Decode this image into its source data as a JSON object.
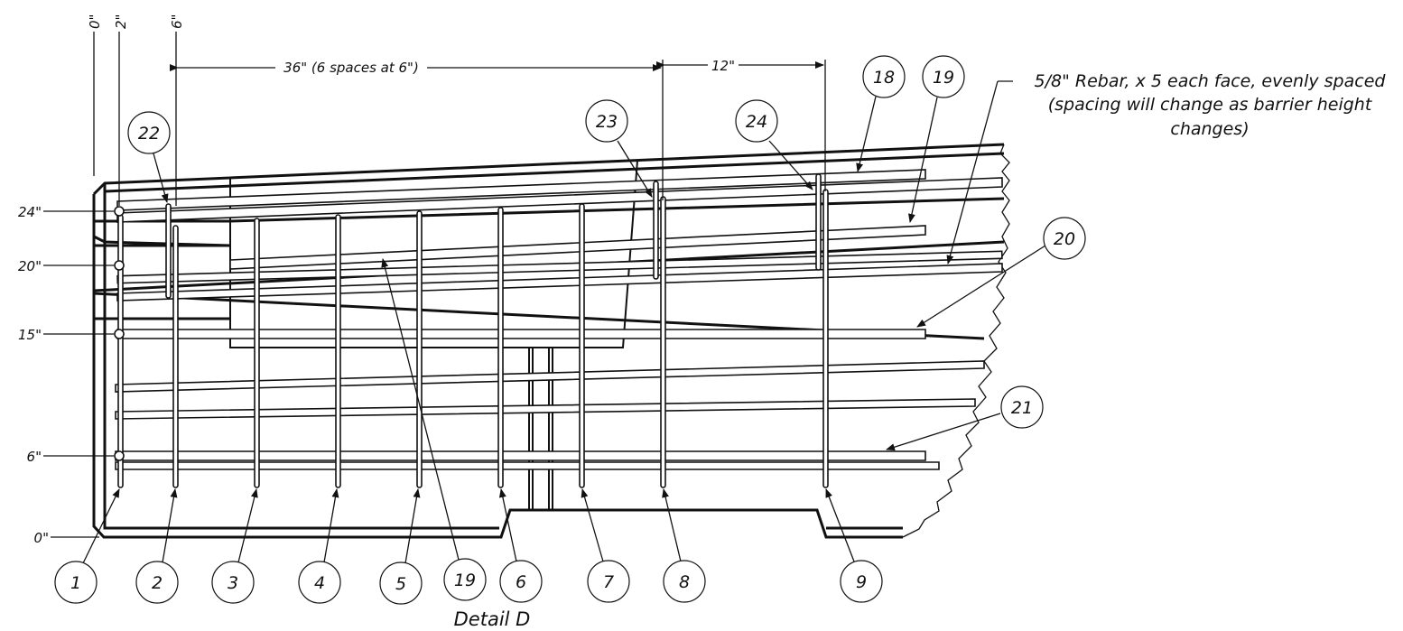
{
  "diagram": {
    "caption": "Detail D",
    "vertical_dimension_labels": [
      "0\"",
      "2\"",
      "6\""
    ],
    "height_labels": [
      "24\"",
      "20\"",
      "15\"",
      "6\"",
      "0\""
    ],
    "dimensions": {
      "spacing_36": "36\" (6 spaces at 6\")",
      "spacing_12": "12\""
    },
    "note": {
      "line1": "5/8\" Rebar, x 5 each face, evenly spaced",
      "line2": "(spacing will change as barrier height",
      "line3": "changes)"
    },
    "callouts": {
      "c1": "1",
      "c2": "2",
      "c3": "3",
      "c4": "4",
      "c5": "5",
      "c19b": "19",
      "c6": "6",
      "c7": "7",
      "c8": "8",
      "c9": "9",
      "c22": "22",
      "c23": "23",
      "c24": "24",
      "c18": "18",
      "c19a": "19",
      "c20": "20",
      "c21": "21"
    }
  }
}
